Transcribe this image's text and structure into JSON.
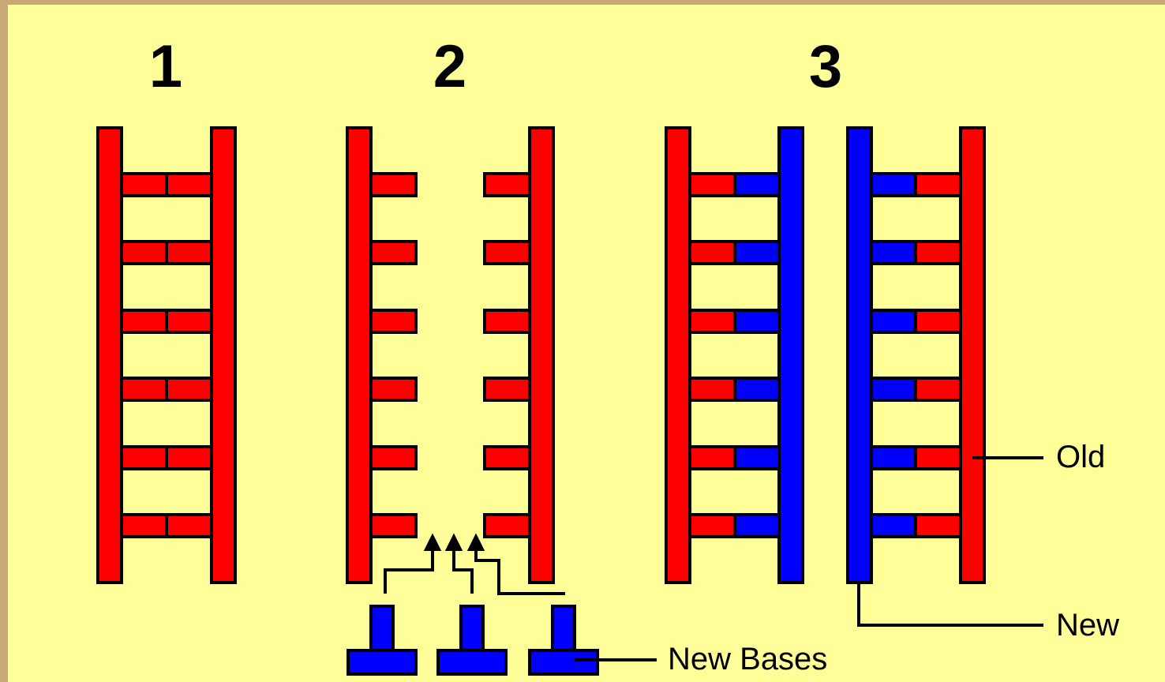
{
  "colors": {
    "old_strand": "#ff0000",
    "new_strand": "#0000ff",
    "background": "#ffff99",
    "frame": "#c9a877",
    "outline": "#000000"
  },
  "steps": [
    {
      "label": "1"
    },
    {
      "label": "2"
    },
    {
      "label": "3"
    }
  ],
  "legend": {
    "old": "Old",
    "new": "New",
    "new_bases": "New Bases"
  },
  "rungs_per_ladder": 6,
  "free_bases_count": 3
}
